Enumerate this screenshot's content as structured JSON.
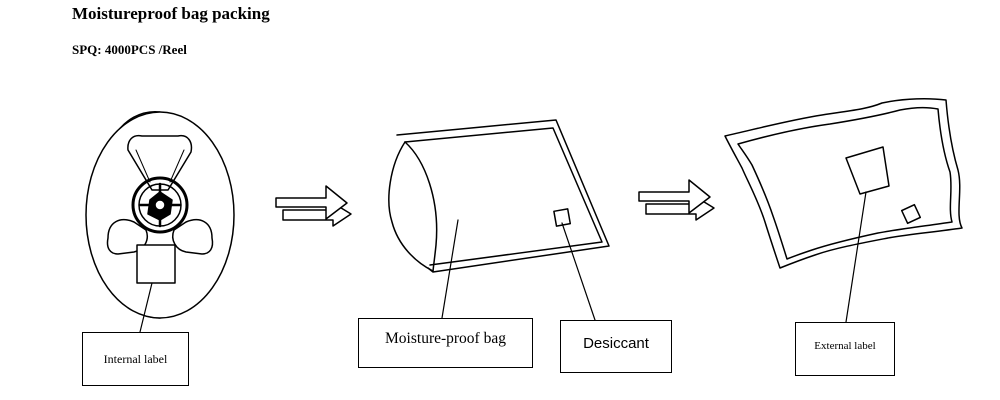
{
  "header": {
    "title": "Moistureproof bag packing",
    "subtitle": "SPQ: 4000PCS /Reel"
  },
  "labels": {
    "internal_label": "Internal label",
    "moisture_proof_bag": "Moisture-proof bag",
    "desiccant": "Desiccant",
    "external_label": "External label"
  },
  "icons": [
    "reel-icon",
    "arrow-right-icon",
    "bag-icon",
    "sealed-bag-icon"
  ]
}
